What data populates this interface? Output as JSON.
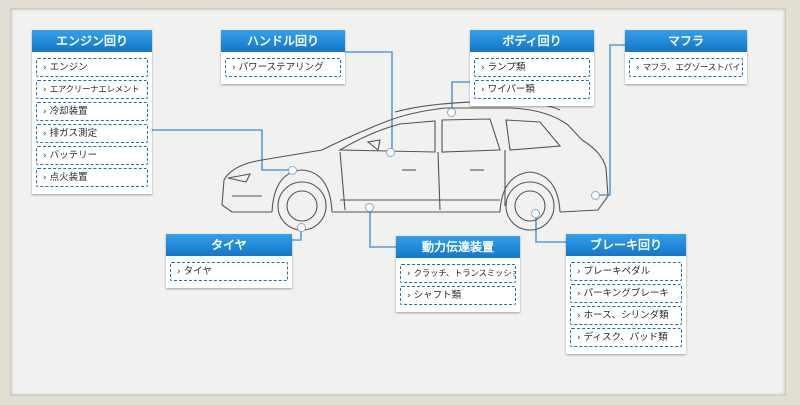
{
  "panels": {
    "engine": {
      "title": "エンジン回り",
      "items": [
        "エンジン",
        "エアクリーナエレメント",
        "冷却装置",
        "排ガス測定",
        "バッテリー",
        "点火装置"
      ]
    },
    "handle": {
      "title": "ハンドル回り",
      "items": [
        "パワーステアリング"
      ]
    },
    "body": {
      "title": "ボディ回り",
      "items": [
        "ランプ類",
        "ワイパー類"
      ]
    },
    "muffler": {
      "title": "マフラ",
      "items": [
        "マフラ、エグゾーストパイプ"
      ]
    },
    "tire": {
      "title": "タイヤ",
      "items": [
        "タイヤ"
      ]
    },
    "drivetrain": {
      "title": "動力伝達装置",
      "items": [
        "クラッチ、トランスミッション",
        "シャフト類"
      ]
    },
    "brake": {
      "title": "ブレーキ回り",
      "items": [
        "ブレーキペダル",
        "パーキングブレーキ",
        "ホース、シリンダ類",
        "ディスク、パッド類"
      ]
    }
  },
  "colors": {
    "accent": "#1e88d8",
    "line": "#5b9bd5",
    "border": "#1e6fb8"
  },
  "icons": {
    "item_marker": "chevron-right-icon"
  }
}
